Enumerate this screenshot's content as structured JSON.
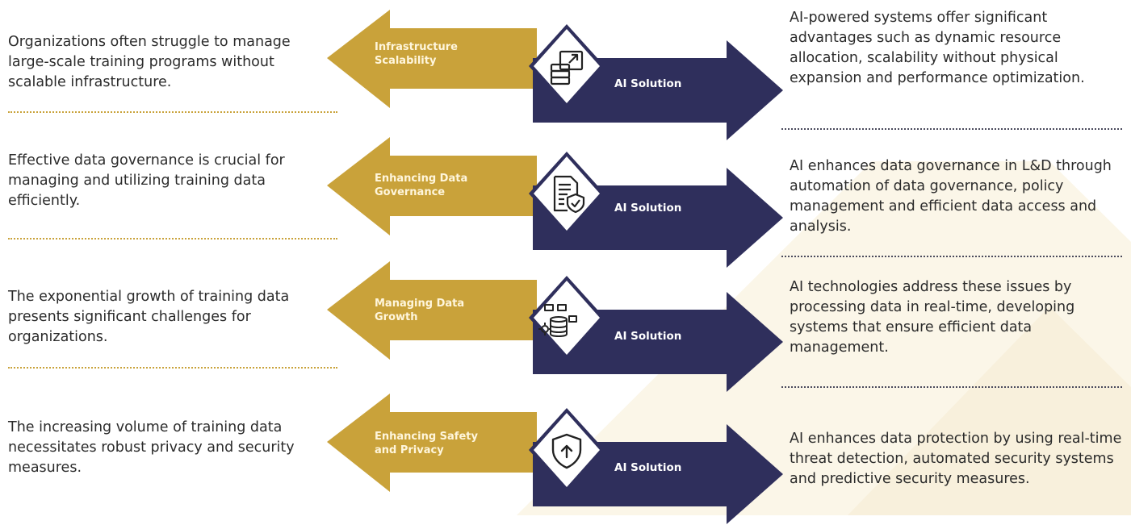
{
  "colors": {
    "gold": "#c9a23a",
    "navy": "#2f2f5c",
    "background_shape": "#fbf6e8",
    "text": "#2b2b2b"
  },
  "rows": [
    {
      "challenge": "Organizations often struggle to manage large-scale training programs without scalable infrastructure.",
      "topic": "Infrastructure Scalability",
      "icon": "server-scale-icon",
      "solution_label": "AI Solution",
      "solution": "AI-powered systems offer significant advantages such as dynamic resource allocation, scalability without physical expansion and performance optimization."
    },
    {
      "challenge": "Effective data governance is crucial for managing and utilizing training data efficiently.",
      "topic": "Enhancing Data Governance",
      "icon": "document-shield-icon",
      "solution_label": "AI Solution",
      "solution": "AI enhances data governance in L&D through automation of data governance, policy management and efficient data access and analysis."
    },
    {
      "challenge": "The exponential growth of training data presents significant challenges for organizations.",
      "topic": "Managing Data Growth",
      "icon": "database-network-icon",
      "solution_label": "AI Solution",
      "solution": "AI technologies address these issues by processing data in real-time, developing systems that ensure efficient data management."
    },
    {
      "challenge": "The increasing volume of training data necessitates robust privacy and security measures.",
      "topic": "Enhancing Safety and Privacy",
      "icon": "shield-upload-icon",
      "solution_label": "AI Solution",
      "solution": "AI enhances data protection by using real-time threat detection, automated security systems and predictive security measures."
    }
  ]
}
